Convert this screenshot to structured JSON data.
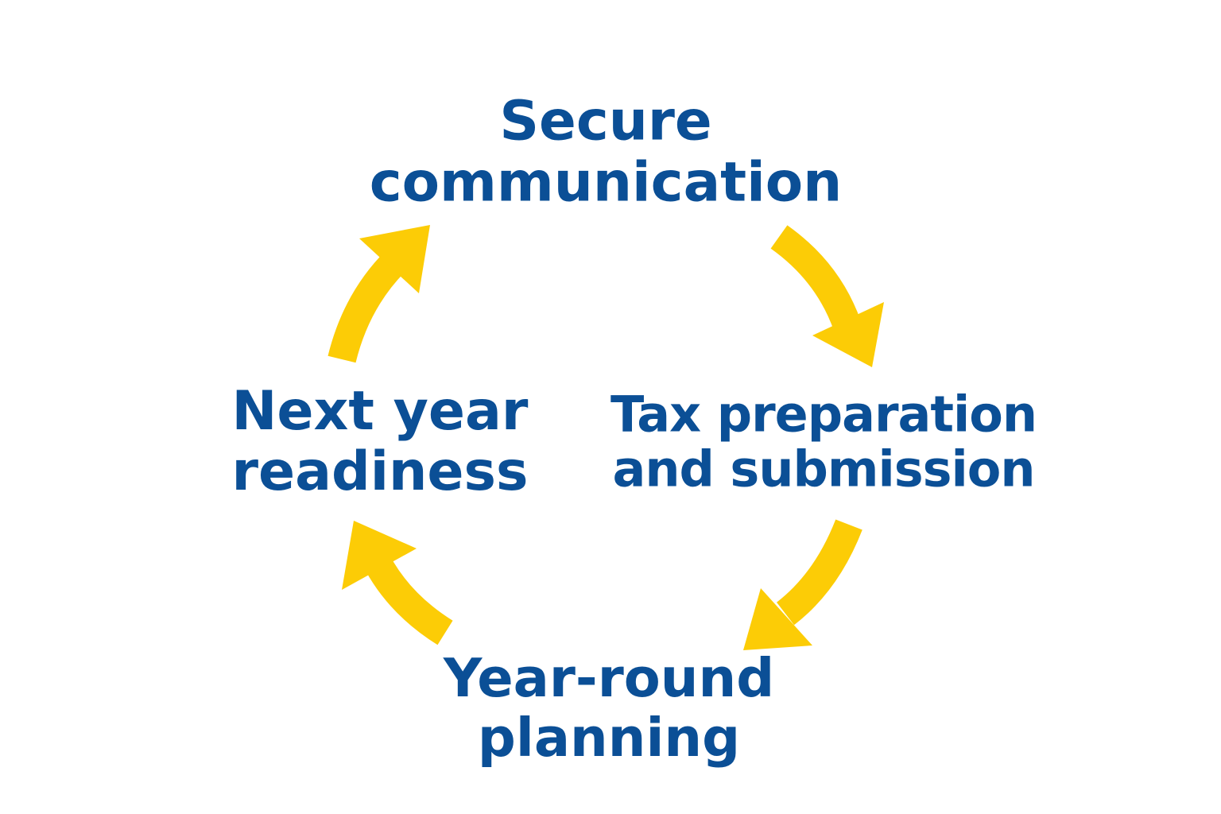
{
  "diagram": {
    "type": "cycle",
    "stages": [
      {
        "id": "top",
        "lines": [
          "Secure",
          "communication"
        ]
      },
      {
        "id": "right",
        "lines": [
          "Tax preparation",
          "and submission"
        ]
      },
      {
        "id": "bottom",
        "lines": [
          "Year-round",
          "planning"
        ]
      },
      {
        "id": "left",
        "lines": [
          "Next year",
          "readiness"
        ]
      }
    ],
    "colors": {
      "text": "#0b4f96",
      "arrow": "#fccc06",
      "background": "#ffffff"
    },
    "arrow_icon": "curved-arrow-clockwise"
  }
}
